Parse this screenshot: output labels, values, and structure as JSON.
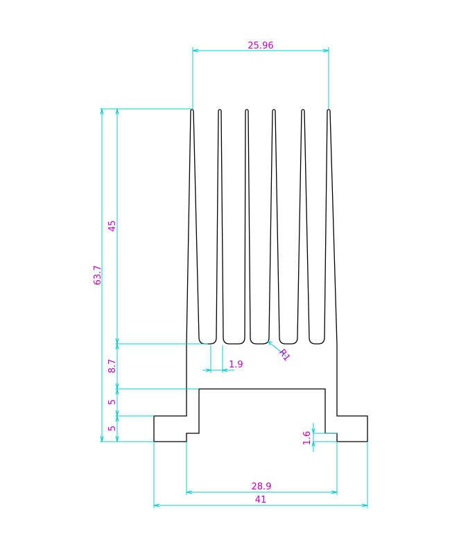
{
  "drawing": {
    "colors": {
      "outline": "#000000",
      "dimension_line": "#00cccc",
      "dimension_text": "#c000c0",
      "background": "#ffffff"
    },
    "dimensions": {
      "fin_span": "25.96",
      "total_height": "63.7",
      "fin_height": "45",
      "base_height": "8.7",
      "fin_gap": "1.9",
      "fillet_radius": "R1",
      "step_height_upper": "5",
      "step_height_lower": "5",
      "notch_depth": "1.6",
      "inner_width": "28.9",
      "overall_width": "41"
    }
  }
}
